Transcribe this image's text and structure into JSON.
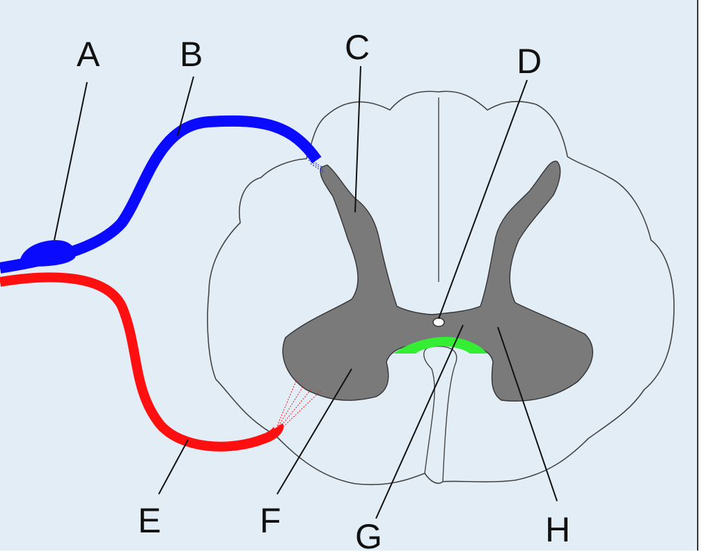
{
  "diagram": {
    "labels": {
      "a": "A",
      "b": "B",
      "c": "C",
      "d": "D",
      "e": "E",
      "f": "F",
      "g": "G",
      "h": "H"
    },
    "colors": {
      "background": "#e2edf6",
      "outline": "#444444",
      "white_matter": "#e2edf6",
      "gray_matter": "#7a7a7a",
      "sensory_root": "#0a0aff",
      "motor_root": "#ff1010",
      "commissure": "#33ee33",
      "leader_line": "#111111"
    }
  }
}
